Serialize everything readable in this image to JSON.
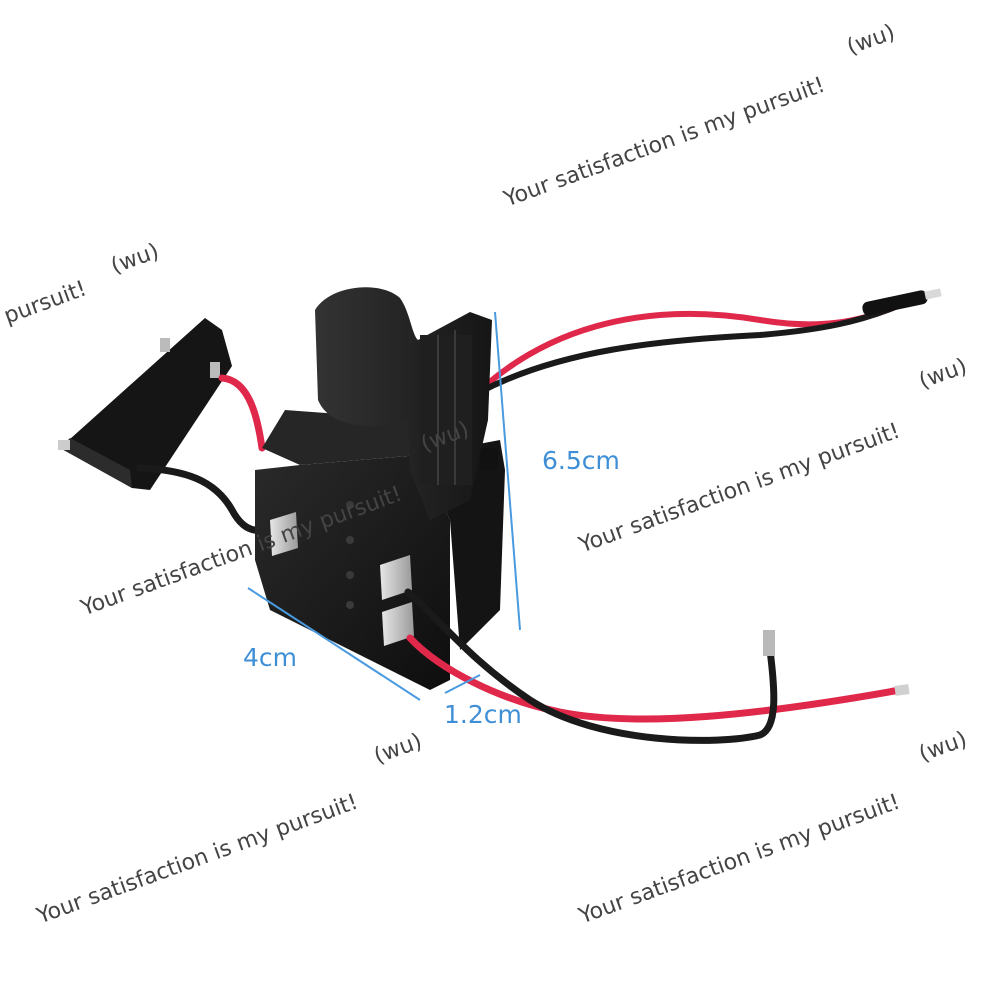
{
  "dimensions": {
    "height": "6.5cm",
    "width": "4cm",
    "depth": "1.2cm"
  },
  "watermark": {
    "slogan": "Your satisfaction is my pursuit!",
    "slogan_cut": "pursuit!",
    "tag": "(wu)"
  },
  "colors": {
    "dimension_line": "#4a9ae0",
    "housing": "#1b1b1b",
    "wire_red": "#e0284a",
    "wire_black": "#1a1a1a",
    "terminal": "#c9c9c9"
  }
}
